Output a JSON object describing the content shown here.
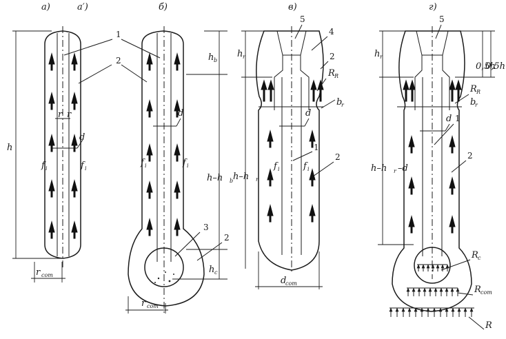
{
  "panel_labels": {
    "a": "а)",
    "a_prime": "а′)",
    "b": "б)",
    "v": "в)",
    "g": "г)"
  },
  "numbers": {
    "n1": "1",
    "n2": "2",
    "n3": "3",
    "n4": "4",
    "n5": "5"
  },
  "symbols": {
    "h": "h",
    "f": "f",
    "i": "i",
    "r": "r",
    "d": "d",
    "r_com_main": "r",
    "com": "com",
    "h_main": "h",
    "sub_b": "b",
    "h_minus": "h–h",
    "h_minus_r": "h–h",
    "sub_r": "r",
    "R_main": "R",
    "R_sub": "R",
    "R_c_sub": "c",
    "b_main": "b",
    "h_c_main": "h",
    "c": "c",
    "d_com": "d",
    "h_hr_d": "h–h",
    "minus_d": "–d",
    "half": "0,5h",
    "R_com": "R",
    "R": "R"
  }
}
